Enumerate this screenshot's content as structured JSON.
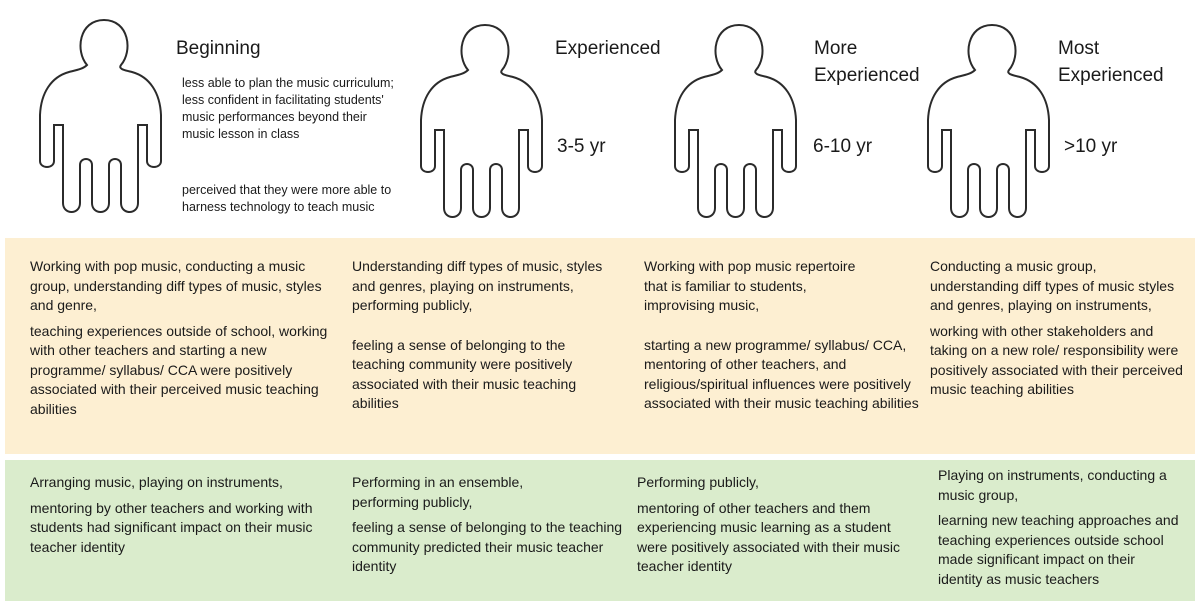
{
  "stages": [
    {
      "title": "Beginning",
      "years": "",
      "notes": [
        "less able to plan the music curriculum; less confident in facilitating students' music performances beyond their music lesson in class",
        "perceived that they were more able to harness technology to teach music"
      ]
    },
    {
      "title": "Experienced",
      "years": "3-5 yr",
      "notes": []
    },
    {
      "title": "More Experienced",
      "years": "6-10 yr",
      "notes": []
    },
    {
      "title": "Most Experienced",
      "years": ">10 yr",
      "notes": []
    }
  ],
  "orange_row": [
    {
      "p1": "Working with pop music, conducting a music group, understanding diff types of music, styles and genre,",
      "p2": "teaching experiences outside of school, working with other teachers and starting a new programme/ syllabus/ CCA were positively associated with their perceived music teaching abilities"
    },
    {
      "p1": "Understanding diff types of music, styles and genres, playing on instruments, performing publicly,",
      "p2": "feeling a sense of belonging to the teaching community were positively associated with their music teaching abilities"
    },
    {
      "p1": "Working with pop music repertoire that is familiar to students, improvising music,",
      "p2": "starting a new programme/ syllabus/ CCA, mentoring of other teachers, and religious/spiritual influences were positively associated with their music teaching abilities"
    },
    {
      "p1": "Conducting a music group, understanding diff types of music styles and genres, playing on instruments,",
      "p2": "working with other stakeholders and taking on a new role/ responsibility were positively associated with their perceived music teaching abilities"
    }
  ],
  "green_row": [
    {
      "p1": "Arranging music, playing on instruments,",
      "p2": "mentoring by other teachers and working with students had significant impact on their music teacher identity"
    },
    {
      "p1": "Performing in an ensemble, performing publicly,",
      "p2": "feeling a sense of belonging to the teaching community predicted their music teacher identity"
    },
    {
      "p1": "Performing publicly,",
      "p2": "mentoring of other teachers and them experiencing music learning as a student were positively associated with their music teacher identity"
    },
    {
      "p1": "Playing on instruments, conducting a music group,",
      "p2": "learning new teaching approaches and teaching experiences outside school made significant impact on their identity as music teachers"
    }
  ],
  "colors": {
    "orange_band": "#fdefd2",
    "green_band": "#daeccc",
    "outline": "#2b2b2b"
  }
}
